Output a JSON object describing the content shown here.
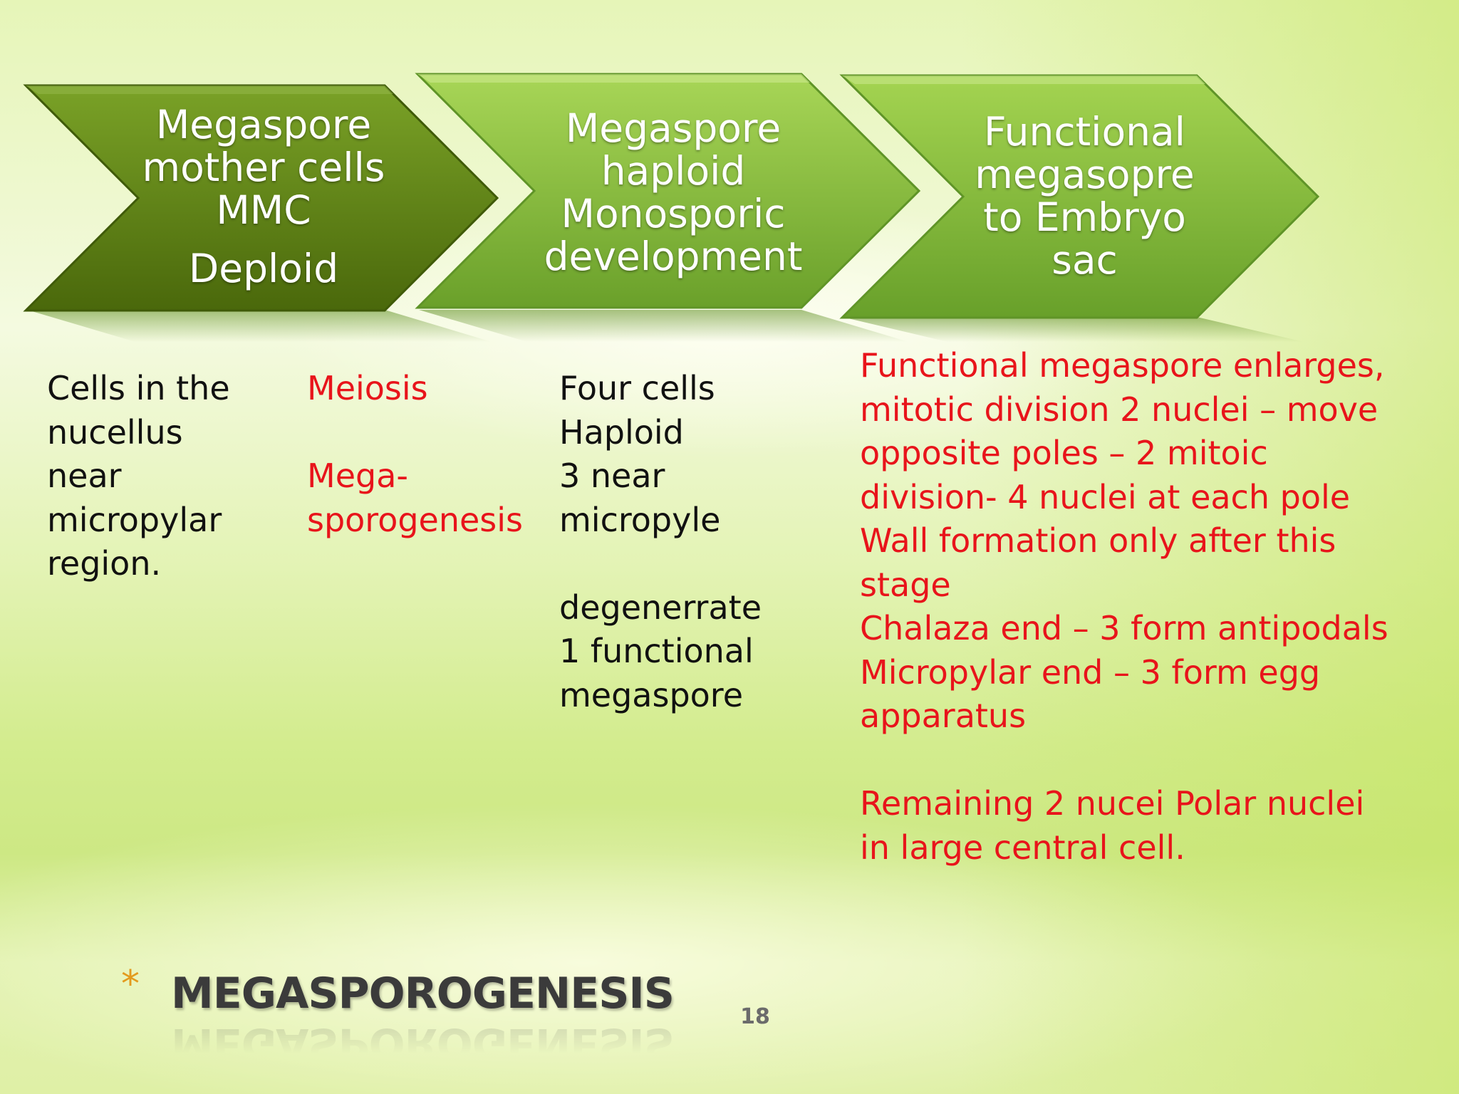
{
  "slide": {
    "chevrons": [
      {
        "lines": [
          "Megaspore",
          "mother cells",
          "MMC"
        ],
        "subline": "Deploid"
      },
      {
        "lines": [
          "Megaspore",
          "haploid",
          "Monosporic",
          "development"
        ]
      },
      {
        "lines": [
          "Functional",
          "megasopre",
          "to Embryo",
          "sac"
        ]
      }
    ],
    "columns": {
      "col1": "Cells in the\nnucellus\nnear\nmicropylar\nregion.",
      "col2": "Meiosis\n\nMega-\nsporogenesis",
      "col3": "Four cells\nHaploid\n 3 near\nmicropyle\n\ndegenerrate\n1 functional\nmegaspore",
      "col4": "Functional megaspore enlarges,\nmitotic division 2 nuclei – move\nopposite poles – 2 mitoic\ndivision- 4 nuclei at each pole\nWall formation only after this\nstage\nChalaza end – 3 form antipodals\nMicropylar end – 3 form egg\napparatus\n\nRemaining 2 nucei Polar nuclei\nin large central cell."
    },
    "footer": {
      "bullet": "*",
      "title": "MEGASPOROGENESIS",
      "page_number": "18"
    },
    "colors": {
      "chevron1_dark": "#4f6d0d",
      "chevron1_light": "#6f961e",
      "chevron_green_dark": "#6fa52c",
      "chevron_green_light": "#9cd04a",
      "red_text": "#e8141b",
      "black_text": "#111111",
      "accent_orange": "#e39a1d"
    }
  }
}
